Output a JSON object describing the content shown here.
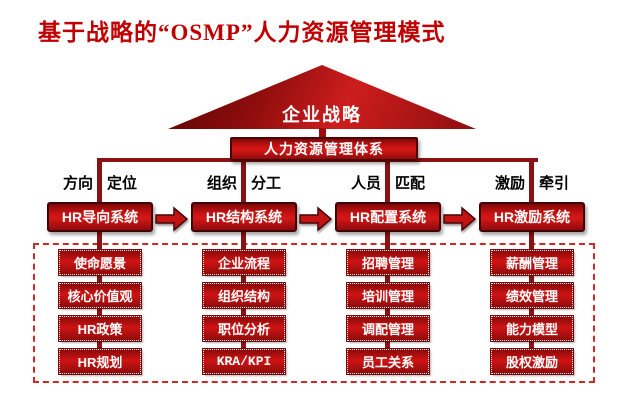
{
  "slide": {
    "title": "基于战略的“OSMP”人力资源管理模式",
    "pyramid_label": "企业战略",
    "system_bar_label": "人力资源管理体系"
  },
  "columns": [
    {
      "header_left": "方向",
      "header_right": "定位",
      "system_label": "HR导向系统",
      "items": [
        "使命愿景",
        "核心价值观",
        "HR政策",
        "HR规划"
      ]
    },
    {
      "header_left": "组织",
      "header_right": "分工",
      "system_label": "HR结构系统",
      "items": [
        "企业流程",
        "组织结构",
        "职位分析",
        "KRA/KPI"
      ]
    },
    {
      "header_left": "人员",
      "header_right": "匹配",
      "system_label": "HR配置系统",
      "items": [
        "招聘管理",
        "培训管理",
        "调配管理",
        "员工关系"
      ]
    },
    {
      "header_left": "激励",
      "header_right": "牵引",
      "system_label": "HR激励系统",
      "items": [
        "薪酬管理",
        "绩效管理",
        "能力模型",
        "股权激励"
      ]
    }
  ],
  "colors": {
    "title_red": "#c00000",
    "box_red": "#c41111",
    "connector_red": "#8b1212",
    "border_maroon": "#3f0303",
    "dashed_border_red": "#d02727"
  }
}
